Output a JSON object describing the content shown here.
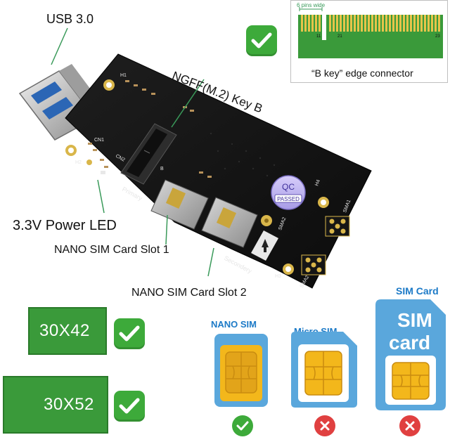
{
  "callouts": {
    "usb": "USB 3.0",
    "ngff": "NGFF(M.2) Key B",
    "power_led": "3.3V Power LED",
    "sim_slot_1": "NANO SIM Card Slot 1",
    "sim_slot_2": "NANO SIM Card Slot 2"
  },
  "board": {
    "qc_top": "QC",
    "qc_bottom": "PASSED",
    "silk_primary": "Primary",
    "silk_secondary": "Secondery",
    "silk_cn1": "CN1",
    "silk_cn2": "CN2",
    "silk_h1": "H1",
    "silk_h2": "H2",
    "silk_h3": "H3",
    "silk_h4": "H4",
    "silk_sma1": "SMA1",
    "silk_sma2": "SMA2",
    "silk_sma2b": "SMA2",
    "silk_b": "B"
  },
  "edge_connector": {
    "pins_label": "6 pins wide",
    "pin_11": "11",
    "pin_21": "21",
    "pin_23": "23",
    "caption": "“B key”  edge connector"
  },
  "form_factors": [
    {
      "label": "30X42",
      "supported": true
    },
    {
      "label": "30X52",
      "supported": true
    }
  ],
  "sim_types": [
    {
      "label": "NANO SIM",
      "supported": true
    },
    {
      "label": "Micro SIM",
      "supported": false
    },
    {
      "label": "SIM Card",
      "sublabel_top": "SIM",
      "sublabel_bottom": "card",
      "supported": false
    }
  ],
  "colors": {
    "check_green": "#3daa3a",
    "cross_red": "#e04040",
    "pcb_black": "#141414",
    "m2_green": "#3a9a3a",
    "gold": "#d9b64a",
    "sim_blue": "#5aa7dc",
    "nano_yellow": "#f3b71b"
  }
}
